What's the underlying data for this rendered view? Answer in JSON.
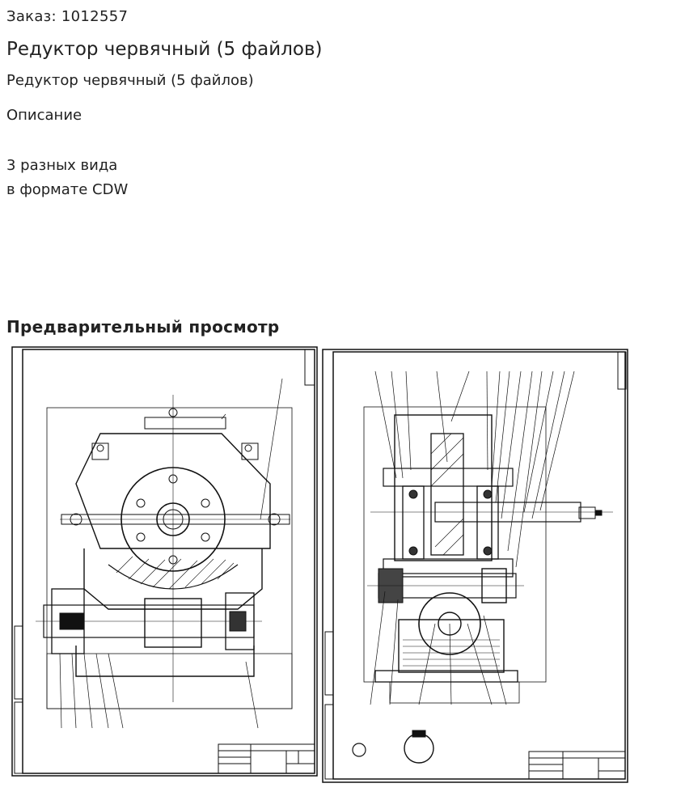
{
  "order": "Заказ: 1012557",
  "title": "Редуктор червячный (5 файлов)",
  "subtitle": "Редуктор червячный (5 файлов)",
  "description": {
    "heading": "Описание",
    "lines": [
      "3 разных вида",
      "в формате CDW"
    ]
  },
  "preview": {
    "heading": "Предварительный просмотр",
    "images": [
      {
        "icon": "drawing-front-view-icon"
      },
      {
        "icon": "drawing-section-view-icon"
      }
    ]
  }
}
